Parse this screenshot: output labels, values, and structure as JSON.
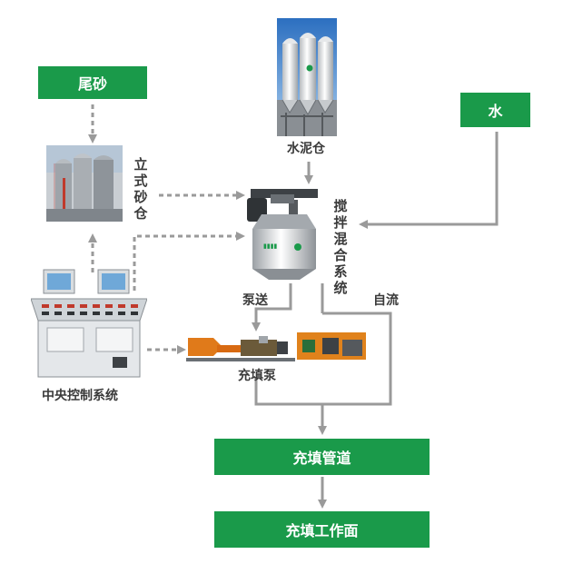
{
  "colors": {
    "green": "#1a9a4a",
    "line": "#9a9a9a",
    "text": "#3a3a3a"
  },
  "nodes": {
    "tailings": "尾砂",
    "water": "水",
    "cement_silo": "水泥仓",
    "vertical_silo": "立式砂仓",
    "mixing_system": "搅拌混合系统",
    "central_control": "中央控制系统",
    "filling_pump": "充填泵",
    "filling_pipe": "充填管道",
    "filling_face": "充填工作面"
  },
  "edges": {
    "pump_transport": "泵送",
    "gravity_flow": "自流"
  },
  "icons": {
    "cement_silo": "cement-silo-icon",
    "vertical_silo": "vertical-sand-silo-icon",
    "mixer": "mixer-tank-icon",
    "control": "control-console-icon",
    "pump": "filling-pump-icon"
  }
}
